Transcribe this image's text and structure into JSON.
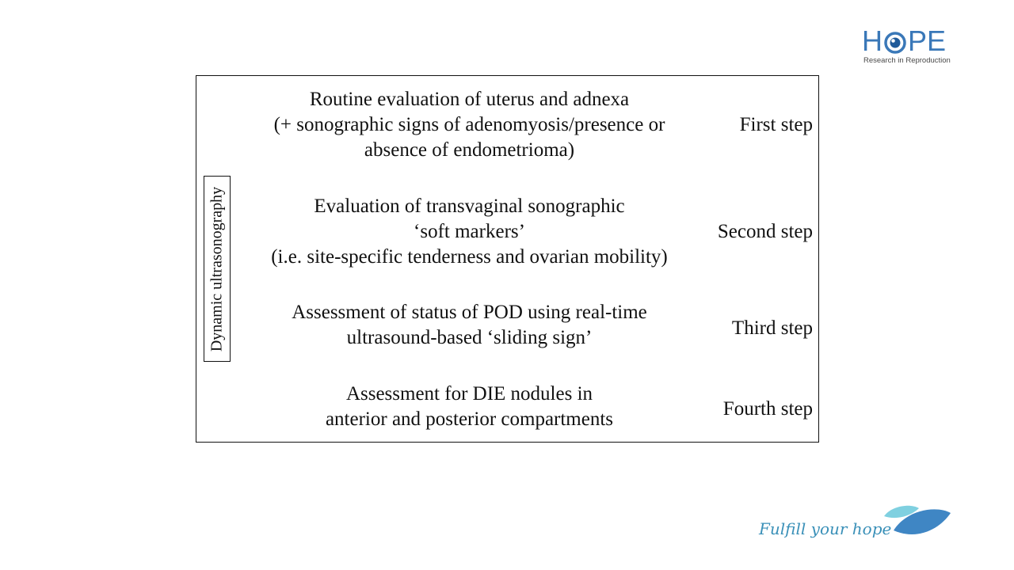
{
  "logo": {
    "word_left": "H",
    "word_right": "PE",
    "tagline": "Research in Reproduction",
    "brand_color": "#3a78b8",
    "eye_icon": "eye-icon"
  },
  "diagram": {
    "side_label": "Dynamic ultrasonography",
    "steps": [
      {
        "description_lines": [
          "Routine evaluation of uterus and adnexa",
          "(+ sonographic signs of adenomyosis/presence or",
          "absence of endometrioma)"
        ],
        "label": "First step"
      },
      {
        "description_lines": [
          "Evaluation of transvaginal sonographic",
          "‘soft markers’",
          "(i.e. site-specific tenderness and ovarian mobility)"
        ],
        "label": "Second step"
      },
      {
        "description_lines": [
          "Assessment of status of POD using real-time",
          "ultrasound-based ‘sliding sign’"
        ],
        "label": "Third step"
      },
      {
        "description_lines": [
          "Assessment for DIE nodules in",
          "anterior and posterior compartments"
        ],
        "label": "Fourth step"
      }
    ]
  },
  "footer": {
    "slogan": "Fulfill your hope",
    "slogan_color": "#3a90b8",
    "leaf_icon": "leaf-icon",
    "leaf_colors": [
      "#7fd0e0",
      "#3f86c4"
    ]
  }
}
